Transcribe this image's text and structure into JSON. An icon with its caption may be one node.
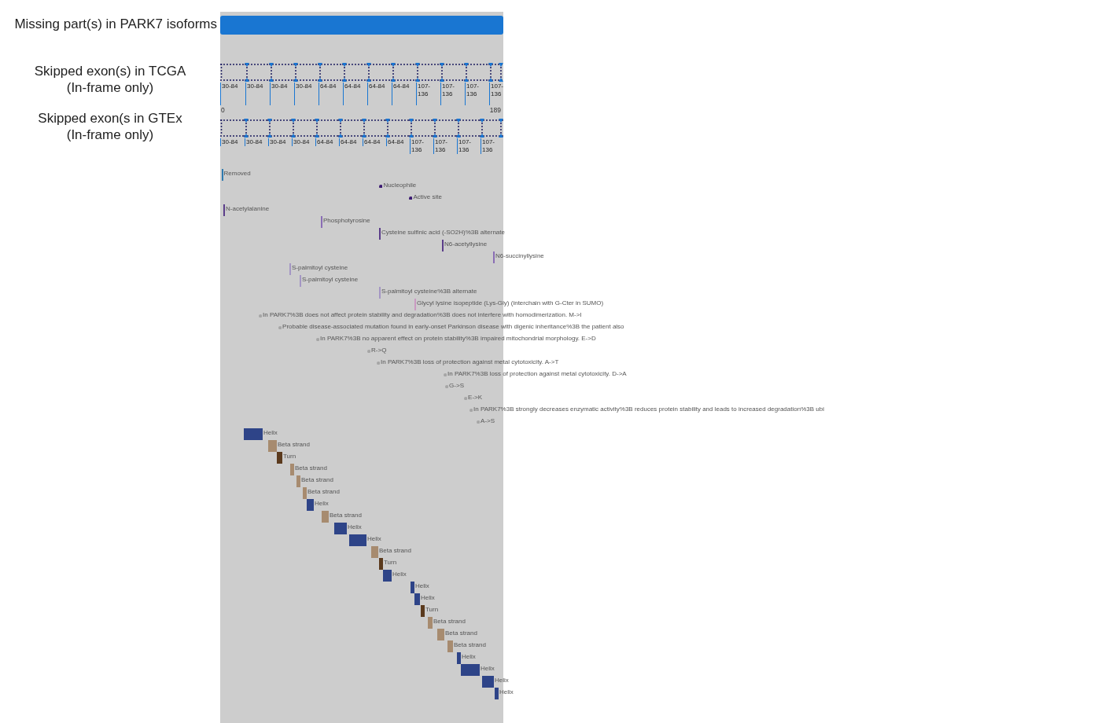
{
  "diagram": {
    "nodes": [
      {
        "text": [],
        "shape": "bar",
        "beside": [
          "Missing part(s) in PARK7 isoforms"
        ]
      },
      {
        "text": [],
        "shape": "box",
        "beside": [
          "30-84"
        ]
      },
      {
        "text": [],
        "shape": "box",
        "beside": [
          "30-84"
        ]
      },
      {
        "text": [],
        "shape": "box",
        "beside": [
          "30-84"
        ]
      },
      {
        "text": [],
        "shape": "box",
        "beside": [
          "30-84"
        ]
      },
      {
        "text": [],
        "shape": "box",
        "beside": [
          "64-84"
        ]
      },
      {
        "text": [],
        "shape": "box",
        "beside": [
          "64-84"
        ]
      },
      {
        "text": [],
        "shape": "box",
        "beside": [
          "64-84"
        ]
      },
      {
        "text": [],
        "shape": "box",
        "beside": [
          "64-84"
        ]
      },
      {
        "text": [],
        "shape": "box",
        "beside": [
          "107-136"
        ]
      },
      {
        "text": [],
        "shape": "box",
        "beside": [
          "107-136"
        ]
      },
      {
        "text": [],
        "shape": "box",
        "beside": [
          "107-136"
        ]
      },
      {
        "text": [],
        "shape": "box",
        "beside": [
          "107-136"
        ]
      },
      {
        "text": [],
        "shape": "box",
        "beside": [
          "30-84"
        ]
      },
      {
        "text": [],
        "shape": "box",
        "beside": [
          "30-84"
        ]
      },
      {
        "text": [],
        "shape": "box",
        "beside": [
          "30-84"
        ]
      },
      {
        "text": [],
        "shape": "box",
        "beside": [
          "30-84"
        ]
      },
      {
        "text": [],
        "shape": "box",
        "beside": [
          "64-84"
        ]
      },
      {
        "text": [],
        "shape": "box",
        "beside": [
          "64-84"
        ]
      },
      {
        "text": [],
        "shape": "box",
        "beside": [
          "64-84"
        ]
      },
      {
        "text": [],
        "shape": "box",
        "beside": [
          "64-84"
        ]
      },
      {
        "text": [],
        "shape": "box",
        "beside": [
          "107-136"
        ]
      },
      {
        "text": [],
        "shape": "box",
        "beside": [
          "107-136"
        ]
      },
      {
        "text": [],
        "shape": "box",
        "beside": [
          "107-136"
        ]
      },
      {
        "text": [],
        "shape": "box",
        "beside": [
          "107-136"
        ]
      },
      {
        "text": [],
        "shape": "bar",
        "beside": [
          "Removed"
        ]
      },
      {
        "text": [],
        "shape": "circle",
        "beside": [
          "Nucleophile"
        ]
      },
      {
        "text": [],
        "shape": "circle",
        "beside": [
          "Active site"
        ]
      },
      {
        "text": [],
        "shape": "bar",
        "beside": [
          "N-acetylalanine"
        ]
      },
      {
        "text": [],
        "shape": "bar",
        "beside": [
          "Phosphotyrosine"
        ]
      },
      {
        "text": [],
        "shape": "bar",
        "beside": [
          "Cysteine sulfinic acid (-SO2H)%3B alternate"
        ]
      },
      {
        "text": [],
        "shape": "bar",
        "beside": [
          "N6-acetyllysine"
        ]
      },
      {
        "text": [],
        "shape": "bar",
        "beside": [
          "N6-succinyllysine"
        ]
      },
      {
        "text": [],
        "shape": "bar",
        "beside": [
          "S-palmitoyl cysteine"
        ]
      },
      {
        "text": [],
        "shape": "bar",
        "beside": [
          "S-palmitoyl cysteine"
        ]
      },
      {
        "text": [],
        "shape": "bar",
        "beside": [
          "S-palmitoyl cysteine%3B alternate"
        ]
      },
      {
        "text": [],
        "shape": "bar",
        "beside": [
          "Glycyl lysine isopeptide (Lys-Gly) (interchain with G-Cter in SUMO)"
        ]
      },
      {
        "text": [],
        "shape": "circle",
        "beside": [
          "In PARK7%3B does not affect protein stability and degradation%3B does not interfere with homodimerization. M->I"
        ]
      },
      {
        "text": [],
        "shape": "circle",
        "beside": [
          "Probable disease-associated mutation found in early-onset Parkinson disease with digenic inheritance%3B the patient also"
        ]
      },
      {
        "text": [],
        "shape": "circle",
        "beside": [
          "In PARK7%3B no apparent effect on protein stability%3B impaired mitochondrial morphology. E->D"
        ]
      },
      {
        "text": [],
        "shape": "circle",
        "beside": [
          "R->Q"
        ]
      },
      {
        "text": [],
        "shape": "circle",
        "beside": [
          "In PARK7%3B loss of protection against metal cytotoxicity. A->T"
        ]
      },
      {
        "text": [],
        "shape": "circle",
        "beside": [
          "In PARK7%3B loss of protection against metal cytotoxicity. D->A"
        ]
      },
      {
        "text": [],
        "shape": "circle",
        "beside": [
          "G->S"
        ]
      },
      {
        "text": [],
        "shape": "circle",
        "beside": [
          "E->K"
        ]
      },
      {
        "text": [],
        "shape": "circle",
        "beside": [
          "In PARK7%3B strongly decreases enzymatic activity%3B reduces protein stability and leads to increased degradation%3B ubi"
        ]
      },
      {
        "text": [],
        "shape": "circle",
        "beside": [
          "A->S"
        ]
      },
      {
        "text": [],
        "shape": "bar",
        "beside": [
          "Helix"
        ]
      },
      {
        "text": [],
        "shape": "bar",
        "beside": [
          "Beta strand"
        ]
      },
      {
        "text": [],
        "shape": "bar",
        "beside": [
          "Turn"
        ]
      },
      {
        "text": [],
        "shape": "bar",
        "beside": [
          "Beta strand"
        ]
      },
      {
        "text": [],
        "shape": "bar",
        "beside": [
          "Beta strand"
        ]
      },
      {
        "text": [],
        "shape": "bar",
        "beside": [
          "Beta strand"
        ]
      },
      {
        "text": [],
        "shape": "bar",
        "beside": [
          "Helix"
        ]
      },
      {
        "text": [],
        "shape": "bar",
        "beside": [
          "Beta strand"
        ]
      },
      {
        "text": [],
        "shape": "bar",
        "beside": [
          "Helix"
        ]
      },
      {
        "text": [],
        "shape": "bar",
        "beside": [
          "Helix"
        ]
      },
      {
        "text": [],
        "shape": "bar",
        "beside": [
          "Beta strand"
        ]
      },
      {
        "text": [],
        "shape": "bar",
        "beside": [
          "Turn"
        ]
      },
      {
        "text": [],
        "shape": "bar",
        "beside": [
          "Helix"
        ]
      },
      {
        "text": [],
        "shape": "bar",
        "beside": [
          "Helix"
        ]
      },
      {
        "text": [],
        "shape": "bar",
        "beside": [
          "Helix"
        ]
      },
      {
        "text": [],
        "shape": "bar",
        "beside": [
          "Turn"
        ]
      },
      {
        "text": [],
        "shape": "bar",
        "beside": [
          "Beta strand"
        ]
      },
      {
        "text": [],
        "shape": "bar",
        "beside": [
          "Beta strand"
        ]
      },
      {
        "text": [],
        "shape": "bar",
        "beside": [
          "Beta strand"
        ]
      },
      {
        "text": [],
        "shape": "bar",
        "beside": [
          "Helix"
        ]
      },
      {
        "text": [],
        "shape": "bar",
        "beside": [
          "Helix"
        ]
      },
      {
        "text": [],
        "shape": "bar",
        "beside": [
          "Helix"
        ]
      },
      {
        "text": [],
        "shape": "bar",
        "beside": [
          "Helix"
        ]
      }
    ],
    "labels": [
      "Skipped exon(s) in TCGA (In-frame only)",
      "0",
      "189",
      "Skipped exon(s in GTEx (In-frame only)"
    ]
  }
}
